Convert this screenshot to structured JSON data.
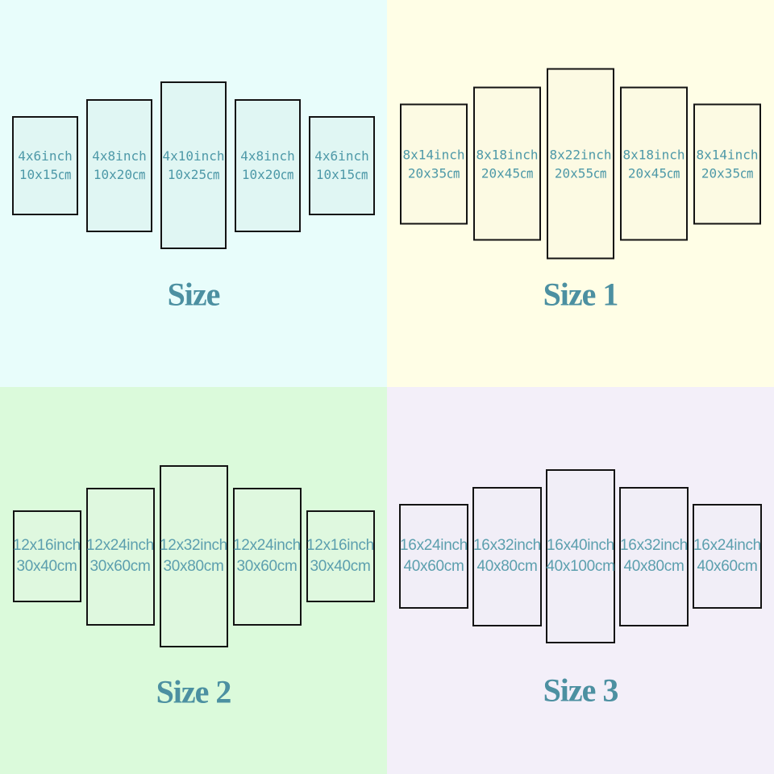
{
  "quadrants": [
    {
      "id": "size",
      "title": "Size",
      "background": "#E8FDFB",
      "panel_fill": "#E0F6F3",
      "panel_text_color": "#4E99A8",
      "title_color": "#4C90A1",
      "panels": [
        {
          "inch": "4x6inch",
          "cm": "10x15㎝"
        },
        {
          "inch": "4x8inch",
          "cm": "10x20㎝"
        },
        {
          "inch": "4x10inch",
          "cm": "10x25㎝"
        },
        {
          "inch": "4x8inch",
          "cm": "10x20㎝"
        },
        {
          "inch": "4x6inch",
          "cm": "10x15㎝"
        }
      ]
    },
    {
      "id": "size-1",
      "title": "Size 1",
      "background": "#FFFEE6",
      "panel_fill": "#FCFAE3",
      "panel_text_color": "#4E99A8",
      "title_color": "#4C90A1",
      "panels": [
        {
          "inch": "8x14inch",
          "cm": "20x35㎝"
        },
        {
          "inch": "8x18inch",
          "cm": "20x45㎝"
        },
        {
          "inch": "8x22inch",
          "cm": "20x55㎝"
        },
        {
          "inch": "8x18inch",
          "cm": "20x45㎝"
        },
        {
          "inch": "8x14inch",
          "cm": "20x35㎝"
        }
      ]
    },
    {
      "id": "size-2",
      "title": "Size 2",
      "background": "#DBFADB",
      "panel_fill": "#DFF8DF",
      "panel_text_color": "#5C9FAE",
      "title_color": "#4C90A1",
      "panels": [
        {
          "inch": "12x16inch",
          "cm": "30x40cm"
        },
        {
          "inch": "12x24inch",
          "cm": "30x60cm"
        },
        {
          "inch": "12x32inch",
          "cm": "30x80cm"
        },
        {
          "inch": "12x24inch",
          "cm": "30x60cm"
        },
        {
          "inch": "12x16inch",
          "cm": "30x40cm"
        }
      ]
    },
    {
      "id": "size-3",
      "title": "Size 3",
      "background": "#F3EFF9",
      "panel_fill": "#F1EEF7",
      "panel_text_color": "#5C9FAE",
      "title_color": "#4C90A1",
      "panels": [
        {
          "inch": "16x24inch",
          "cm": "40x60cm"
        },
        {
          "inch": "16x32inch",
          "cm": "40x80cm"
        },
        {
          "inch": "16x40inch",
          "cm": "40x100cm"
        },
        {
          "inch": "16x32inch",
          "cm": "40x80cm"
        },
        {
          "inch": "16x24inch",
          "cm": "40x60cm"
        }
      ]
    }
  ]
}
